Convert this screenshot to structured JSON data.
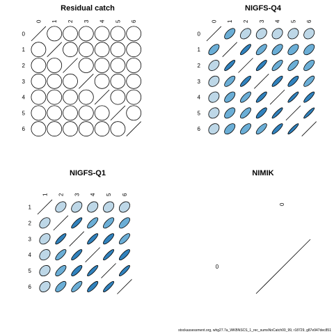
{
  "footer": "stockassessment.org, whg27.7a_WKBNSCS_1_rec_sumsNoCatch00_99, r18729, g87e947dec851",
  "chart_data": [
    {
      "type": "heatmap",
      "title": "Residual catch",
      "labels": [
        "0",
        "1",
        "2",
        "3",
        "4",
        "5",
        "6"
      ],
      "matrix": [
        [
          1,
          0,
          0,
          0,
          0,
          0,
          0
        ],
        [
          0,
          1,
          0,
          0,
          0,
          0,
          0
        ],
        [
          0,
          0,
          1,
          0,
          0,
          0,
          0
        ],
        [
          0,
          0,
          0,
          1,
          0,
          0,
          0
        ],
        [
          0,
          0,
          0,
          0,
          1,
          0,
          0
        ],
        [
          0,
          0,
          0,
          0,
          0,
          1,
          0
        ],
        [
          0,
          0,
          0,
          0,
          0,
          0,
          1
        ]
      ]
    },
    {
      "type": "heatmap",
      "title": "NIGFS-Q4",
      "labels": [
        "0",
        "1",
        "2",
        "3",
        "4",
        "5",
        "6"
      ],
      "matrix": [
        [
          1,
          0.6,
          0.4,
          0.3,
          0.25,
          0.25,
          0.25
        ],
        [
          0.6,
          1,
          0.85,
          0.7,
          0.6,
          0.55,
          0.55
        ],
        [
          0.4,
          0.85,
          1,
          0.85,
          0.75,
          0.7,
          0.65
        ],
        [
          0.3,
          0.7,
          0.85,
          1,
          0.85,
          0.8,
          0.75
        ],
        [
          0.25,
          0.6,
          0.75,
          0.85,
          1,
          0.9,
          0.85
        ],
        [
          0.25,
          0.55,
          0.7,
          0.8,
          0.9,
          1,
          0.92
        ],
        [
          0.25,
          0.55,
          0.65,
          0.75,
          0.85,
          0.92,
          1
        ]
      ]
    },
    {
      "type": "heatmap",
      "title": "NIGFS-Q1",
      "labels": [
        "1",
        "2",
        "3",
        "4",
        "5",
        "6"
      ],
      "matrix": [
        [
          1,
          0.4,
          0.35,
          0.3,
          0.3,
          0.3
        ],
        [
          0.4,
          1,
          0.85,
          0.75,
          0.7,
          0.65
        ],
        [
          0.35,
          0.85,
          1,
          0.85,
          0.8,
          0.75
        ],
        [
          0.3,
          0.75,
          0.85,
          1,
          0.88,
          0.82
        ],
        [
          0.3,
          0.7,
          0.8,
          0.88,
          1,
          0.88
        ],
        [
          0.3,
          0.65,
          0.75,
          0.82,
          0.88,
          1
        ]
      ]
    },
    {
      "type": "heatmap",
      "title": "NIMIK",
      "labels": [
        "0"
      ],
      "matrix": [
        [
          1
        ]
      ]
    }
  ]
}
